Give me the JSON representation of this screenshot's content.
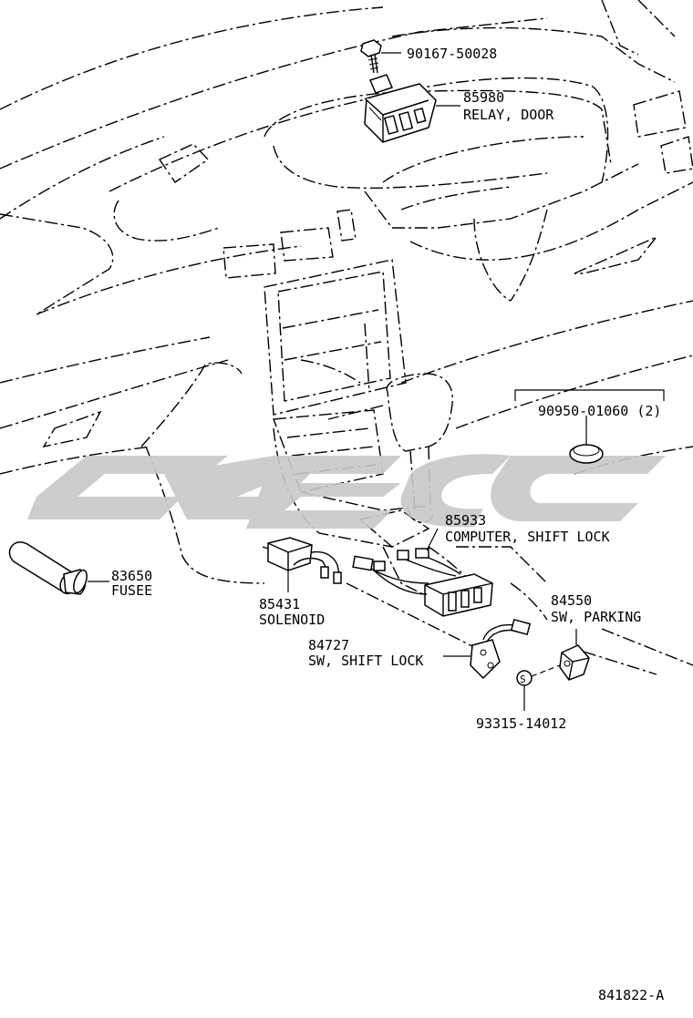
{
  "diagram": {
    "watermark": {
      "color": "#c8c8c8"
    },
    "callouts": [
      {
        "id": "bolt",
        "number": "90167-50028",
        "name": ""
      },
      {
        "id": "relay-door",
        "number": "85980",
        "name": "RELAY, DOOR"
      },
      {
        "id": "plug",
        "number": "90950-01060 (2)",
        "name": ""
      },
      {
        "id": "computer-shift-lock",
        "number": "85933",
        "name": "COMPUTER, SHIFT LOCK"
      },
      {
        "id": "fusee",
        "number": "83650",
        "name": "FUSEE"
      },
      {
        "id": "solenoid",
        "number": "85431",
        "name": "SOLENOID"
      },
      {
        "id": "sw-parking",
        "number": "84550",
        "name": "SW, PARKING"
      },
      {
        "id": "sw-shift-lock",
        "number": "84727",
        "name": "SW, SHIFT LOCK"
      },
      {
        "id": "screw",
        "number": "93315-14012",
        "name": ""
      }
    ],
    "drawing_id": "841822-A"
  }
}
